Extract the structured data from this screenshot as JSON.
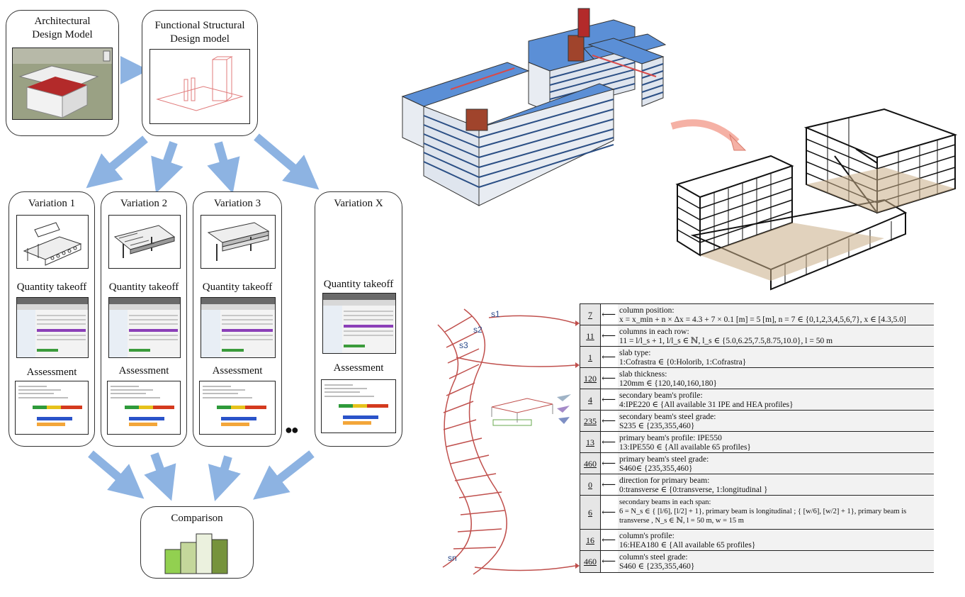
{
  "workflow": {
    "architectural_title": "Architectural\nDesign Model",
    "structural_title": "Functional Structural\nDesign model",
    "variations": [
      {
        "title": "Variation 1",
        "quantity": "Quantity takeoff",
        "assessment": "Assessment"
      },
      {
        "title": "Variation 2",
        "quantity": "Quantity takeoff",
        "assessment": "Assessment"
      },
      {
        "title": "Variation 3",
        "quantity": "Quantity takeoff",
        "assessment": "Assessment"
      },
      {
        "title": "Variation X",
        "quantity": "Quantity takeoff",
        "assessment": "Assessment"
      }
    ],
    "ellipsis": "●●",
    "comparison_title": "Comparison"
  },
  "strip": {
    "labels": [
      "s1",
      "s2",
      "s3",
      "sn"
    ]
  },
  "parameters": [
    {
      "value": "7",
      "line1": "column position:",
      "line2": "x = x_min + n × Δx = 4.3 + 7 × 0.1 [m] = 5 [m], n = 7 ∈ {0,1,2,3,4,5,6,7}, x ∈ [4.3,5.0]"
    },
    {
      "value": "11",
      "line1": "columns in each row:",
      "line2": "11 = l/l_s + 1, l/l_s ∈ ℕ, l_s ∈ {5.0,6.25,7.5,8.75,10.0}, l = 50 m"
    },
    {
      "value": "1",
      "line1": "slab type:",
      "line2": "1:Cofrastra ∈ {0:Holorib, 1:Cofrastra}"
    },
    {
      "value": "120",
      "line1": "slab thickness:",
      "line2": "120mm ∈ {120,140,160,180}"
    },
    {
      "value": "4",
      "line1": "secondary beam's profile:",
      "line2": "4:IPE220 ∈ {All available 31 IPE and HEA profiles}"
    },
    {
      "value": "235",
      "line1": "secondary beam's steel grade:",
      "line2": "S235 ∈ {235,355,460}"
    },
    {
      "value": "13",
      "line1": "primary beam's profile: IPE550",
      "line2": "13:IPE550 ∈ {All available 65 profiles}"
    },
    {
      "value": "460",
      "line1": "primary beam's steel grade:",
      "line2": "S460∈ {235,355,460}"
    },
    {
      "value": "0",
      "line1": "direction for primary beam:",
      "line2": "0:transverse ∈ {0:transverse, 1:longitudinal }"
    },
    {
      "value": "6",
      "line1": "secondary beams in each span:",
      "line2": "6 = N_s ∈ { [l/6], [l/2] + 1},  primary beam is longitudinal ; { [w/6], [w/2] + 1}, primary beam is transverse , N_s ∈ ℕ, l = 50 m, w = 15 m"
    },
    {
      "value": "16",
      "line1": "column's profile:",
      "line2": "16:HEA180 ∈ {All available 65 profiles}"
    },
    {
      "value": "460",
      "line1": "column's steel grade:",
      "line2": "S460 ∈ {235,355,460}"
    }
  ],
  "colors": {
    "arrow_blue": "#8db3e2",
    "curve_red": "#c0504d",
    "roof_blue": "#5b8fd6",
    "stair_red": "#a0442c",
    "bar_greens": [
      "#92d050",
      "#c4d79b",
      "#ebf1de",
      "#76933c"
    ]
  }
}
